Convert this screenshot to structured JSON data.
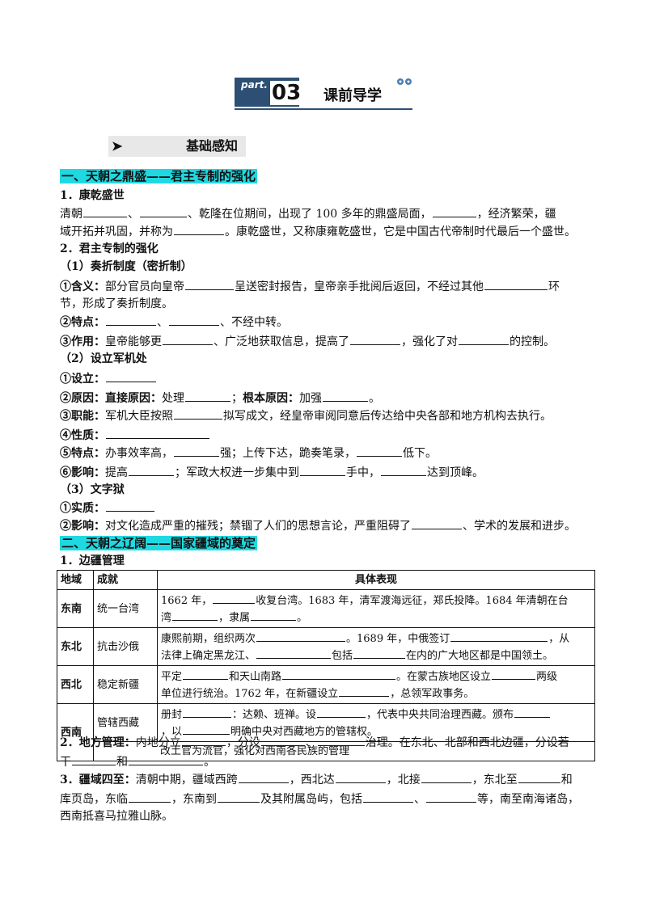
{
  "header": {
    "part": "part.",
    "num": "03",
    "title": "课前导学"
  },
  "basic": {
    "arrow": "➤",
    "title": "基础感知"
  },
  "sec1": {
    "title": "一、天朝之鼎盛——君主专制的强化",
    "kq_h": "1．康乾盛世",
    "kq_1a": "清朝",
    "kq_1b": "、",
    "kq_1c": "、乾隆在位期间，出现了 100 多年的鼎盛局面，",
    "kq_1d": "，经济繁荣，疆",
    "kq_2a": "域开拓并巩固，并称为",
    "kq_2b": "。康乾盛世，又称康雍乾盛世，它是中国古代帝制时代最后一个盛世。",
    "qz_h": "2．君主专制的强化",
    "zz_h": "（1）奏折制度（密折制）",
    "hy_l": "①含义：",
    "hy_a": "部分官员向皇帝",
    "hy_b": "呈送密封报告，皇帝亲手批阅后返回，不经过其他",
    "hy_c": "环",
    "hy_2": "节，形成了奏折制度。",
    "td_l": "②特点：",
    "td_a": "、",
    "td_b": "、不经中转。",
    "zy_l": "③作用：",
    "zy_a": "皇帝能够更",
    "zy_b": "、广泛地获取信息，提高了",
    "zy_c": "，强化了对",
    "zy_d": "的控制。",
    "jj_h": "（2）设立军机处",
    "sl_l": "①设立：",
    "yy_l": "②原因：",
    "yy_l2": "直接原因：",
    "yy_a": "处理",
    "yy_b": "；",
    "yy_l3": "根本原因：",
    "yy_c": "加强",
    "yy_d": "。",
    "zn_l": "③职能：",
    "zn_a": "军机大臣按照",
    "zn_b": "拟写成文，经皇帝审阅同意后传达给中央各部和地方机构去执行。",
    "xz_l": "④性质：",
    "td2_l": "⑤特点：",
    "td2_a": "办事效率高，",
    "td2_b": "强；上传下达，跪奏笔录，",
    "td2_c": "低下。",
    "yx_l": "⑥影响：",
    "yx_a": "提高",
    "yx_b": "；军政大权进一步集中到",
    "yx_c": "手中，",
    "yx_d": "达到顶峰。",
    "wz_h": "（3）文字狱",
    "sz_l": "①实质：",
    "yx2_l": "②影响：",
    "yx2_a": "对文化造成严重的摧残；禁锢了人们的思想言论，严重阻碍了",
    "yx2_b": "、学术的发展和进步。"
  },
  "sec2": {
    "title": "二、天朝之辽阔——国家疆域的奠定",
    "bj_h": "1．边疆管理",
    "table": {
      "h1": "地域",
      "h2": "成就",
      "h3": "具体表现",
      "r1_reg": "东南",
      "r1_ach": "统一台湾",
      "r1_a": "1662 年，",
      "r1_b": "收复台湾。1683 年，清军渡海远征，郑氏投降。1684 年清朝在台",
      "r1_c": "湾",
      "r1_d": "，隶属",
      "r1_e": "。",
      "r2_reg": "东北",
      "r2_ach": "抗击沙俄",
      "r2_a": "康熙前期，组织两次",
      "r2_b": "。1689 年，中俄签订",
      "r2_c": "，从",
      "r2_d": "法律上确定黑龙江、",
      "r2_e": "包括",
      "r2_f": "在内的广大地区都是中国领土。",
      "r3_reg": "西北",
      "r3_ach": "稳定新疆",
      "r3_a": "平定",
      "r3_b": "和天山南路",
      "r3_c": "。在蒙古族地区设立",
      "r3_d": "两级",
      "r3_e": "单位进行统治。1762 年，在新疆设立",
      "r3_f": "，总领军政事务。",
      "r4_reg": "西南",
      "r4_ach": "管辖西藏",
      "r4_a": "册封",
      "r4_b": "：达赖、班禅。设",
      "r4_c": "，代表中央共同治理西藏。颁布",
      "r4_d": "，以",
      "r4_e": "明确中央对西藏地方的管辖权。",
      "r5": "改土官为流官，强化对西南各民族的管理"
    },
    "df_l": "2．地方管理：",
    "df_a": "内地分立",
    "df_b": "，分设",
    "df_c": "、",
    "df_d": "治理。在东北、北部和西北边疆，分设若",
    "df_e": "干",
    "df_f": "和",
    "df_g": "。",
    "jy_l": "3．疆域四至：",
    "jy_a": "清朝中期，疆域西跨",
    "jy_b": "，西北达",
    "jy_c": "，北接",
    "jy_d": "，东北至",
    "jy_e": "和",
    "jy_f": "库页岛，东临",
    "jy_g": "，东南到",
    "jy_h": "及其附属岛屿，包括",
    "jy_i": "、",
    "jy_j": "等，南至南海诸岛，",
    "jy_k": "西南抵喜马拉雅山脉。"
  }
}
